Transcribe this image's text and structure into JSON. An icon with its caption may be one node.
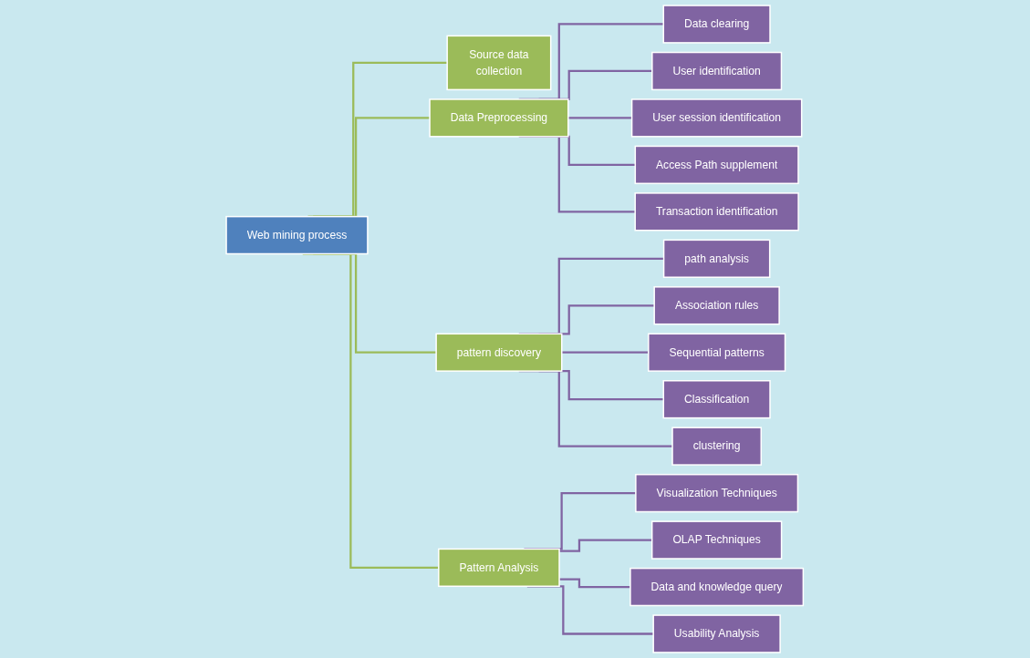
{
  "diagram": {
    "nodes": [
      {
        "text": [
          "Web mining process"
        ]
      },
      {
        "text": [
          "Source data collection"
        ]
      },
      {
        "text": [
          "Data Preprocessing"
        ]
      },
      {
        "text": [
          "pattern discovery"
        ]
      },
      {
        "text": [
          "Pattern Analysis"
        ]
      },
      {
        "text": [
          "Data clearing"
        ]
      },
      {
        "text": [
          "User identification"
        ]
      },
      {
        "text": [
          "User session identification"
        ]
      },
      {
        "text": [
          "Access Path supplement"
        ]
      },
      {
        "text": [
          "Transaction identification"
        ]
      },
      {
        "text": [
          "path analysis"
        ]
      },
      {
        "text": [
          "Association rules"
        ]
      },
      {
        "text": [
          "Sequential patterns"
        ]
      },
      {
        "text": [
          "Classification"
        ]
      },
      {
        "text": [
          "clustering"
        ]
      },
      {
        "text": [
          "Visualization Techniques"
        ]
      },
      {
        "text": [
          "OLAP Techniques"
        ]
      },
      {
        "text": [
          "Data and knowledge query"
        ]
      },
      {
        "text": [
          "Usability Analysis"
        ]
      }
    ],
    "edges": [
      {
        "from": 0,
        "to": 1,
        "arrow": "none",
        "color": "#9bbb59"
      },
      {
        "from": 0,
        "to": 2,
        "arrow": "none",
        "color": "#9bbb59"
      },
      {
        "from": 0,
        "to": 3,
        "arrow": "none",
        "color": "#9bbb59"
      },
      {
        "from": 0,
        "to": 4,
        "arrow": "none",
        "color": "#9bbb59"
      },
      {
        "from": 2,
        "to": 5,
        "arrow": "none"
      },
      {
        "from": 2,
        "to": 6,
        "arrow": "none"
      },
      {
        "from": 2,
        "to": 7,
        "arrow": "none"
      },
      {
        "from": 2,
        "to": 8,
        "arrow": "none"
      },
      {
        "from": 2,
        "to": 9,
        "arrow": "none"
      },
      {
        "from": 3,
        "to": 10,
        "arrow": "none"
      },
      {
        "from": 3,
        "to": 11,
        "arrow": "none"
      },
      {
        "from": 3,
        "to": 12,
        "arrow": "none"
      },
      {
        "from": 3,
        "to": 13,
        "arrow": "none"
      },
      {
        "from": 3,
        "to": 14,
        "arrow": "none"
      },
      {
        "from": 4,
        "to": 15,
        "arrow": "none"
      },
      {
        "from": 4,
        "to": 16,
        "arrow": "none"
      },
      {
        "from": 4,
        "to": 17,
        "arrow": "none"
      },
      {
        "from": 4,
        "to": 18,
        "arrow": "none"
      }
    ]
  }
}
